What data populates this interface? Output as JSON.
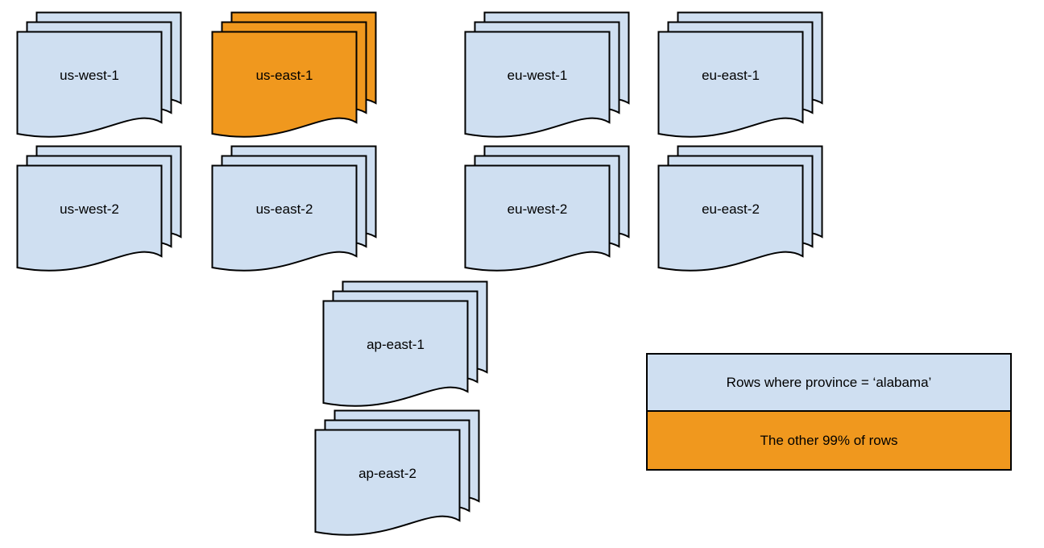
{
  "colors": {
    "region_fill": "#cfdff1",
    "highlight_fill": "#f0981e",
    "stroke": "#000000",
    "background": "#ffffff"
  },
  "regions": [
    {
      "label": "us-west-1",
      "highlight": false
    },
    {
      "label": "us-east-1",
      "highlight": true
    },
    {
      "label": "eu-west-1",
      "highlight": false
    },
    {
      "label": "eu-east-1",
      "highlight": false
    },
    {
      "label": "us-west-2",
      "highlight": false
    },
    {
      "label": "us-east-2",
      "highlight": false
    },
    {
      "label": "eu-west-2",
      "highlight": false
    },
    {
      "label": "eu-east-2",
      "highlight": false
    },
    {
      "label": "ap-east-1",
      "highlight": false
    },
    {
      "label": "ap-east-2",
      "highlight": false
    }
  ],
  "legend": {
    "items": [
      {
        "label": "Rows where province = ‘alabama’",
        "color": "#cfdff1"
      },
      {
        "label": "The other 99% of rows",
        "color": "#f0981e"
      }
    ]
  }
}
